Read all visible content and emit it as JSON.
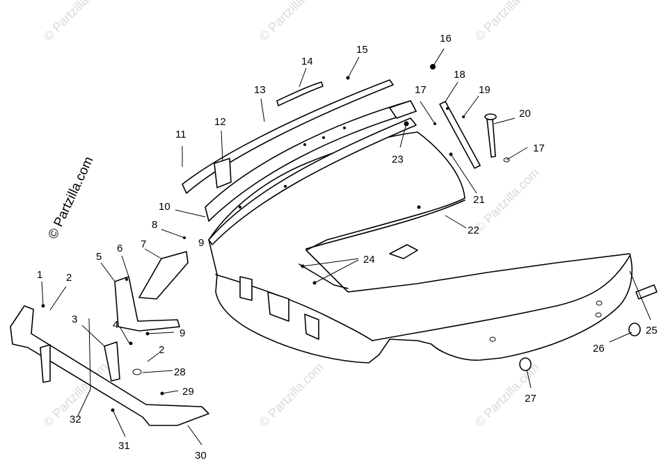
{
  "watermark": "© Partzilla.com",
  "callouts": [
    "1",
    "2",
    "3",
    "4",
    "5",
    "6",
    "7",
    "8",
    "9",
    "10",
    "11",
    "12",
    "13",
    "14",
    "15",
    "16",
    "17",
    "18",
    "19",
    "20",
    "21",
    "22",
    "23",
    "24",
    "25",
    "26",
    "27",
    "28",
    "29",
    "30",
    "31",
    "32"
  ]
}
